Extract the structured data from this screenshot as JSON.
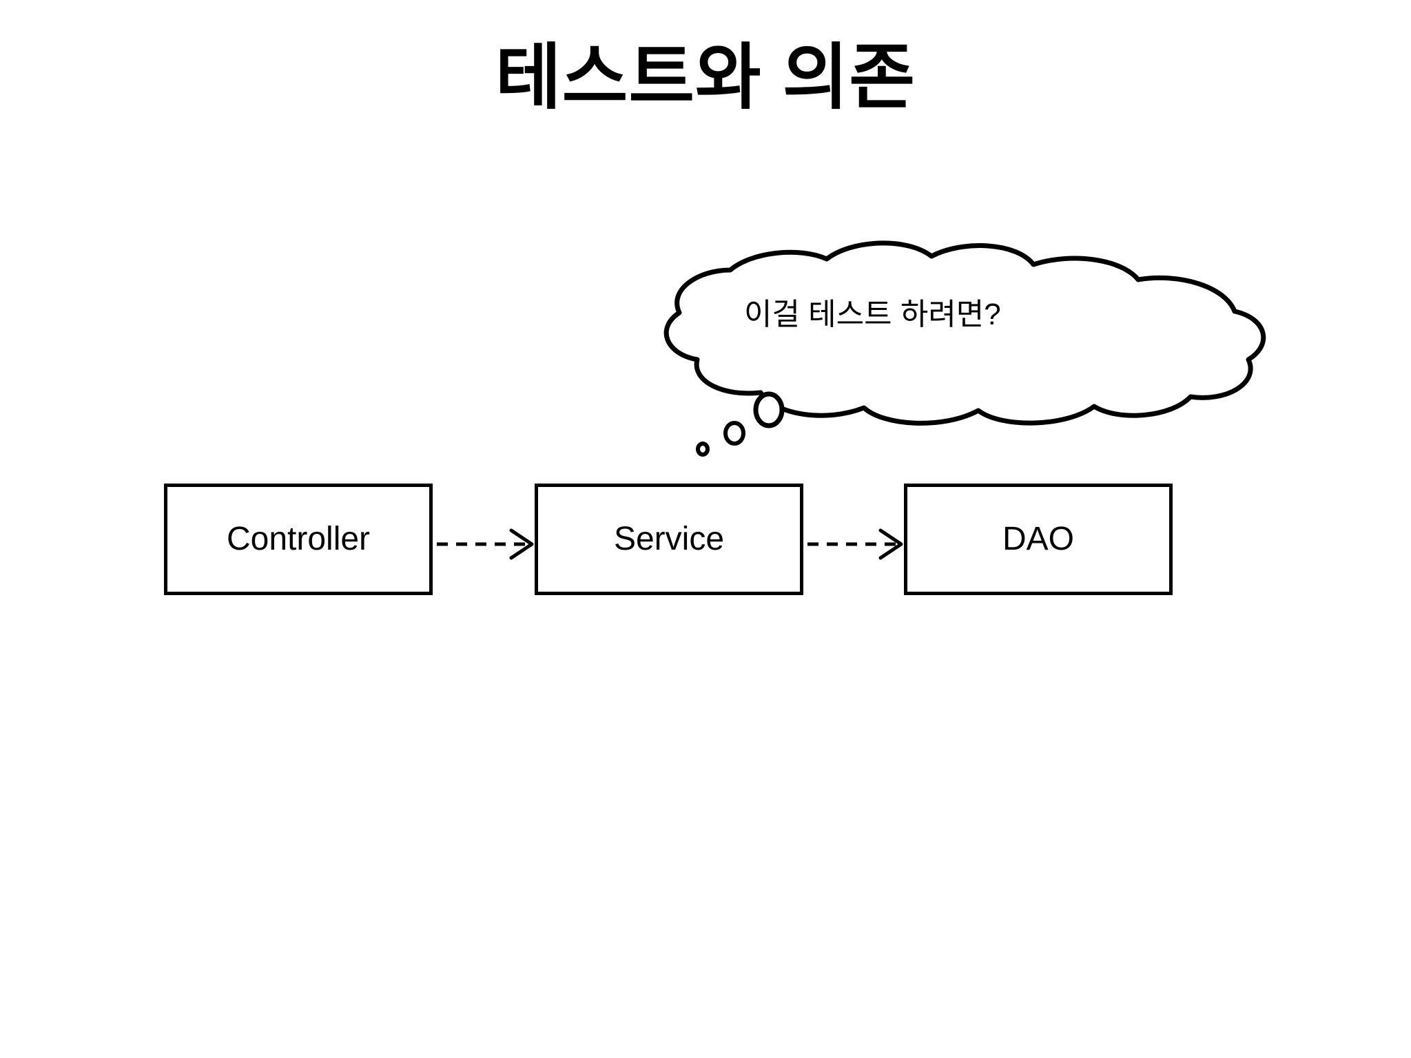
{
  "slide": {
    "title": "테스트와 의존",
    "background_color": "#ffffff",
    "stroke_color": "#000000"
  },
  "thought_bubble": {
    "text": "이걸 테스트 하려면?",
    "tail_dots": 3,
    "points_at": "Service"
  },
  "diagram": {
    "type": "flow",
    "nodes": [
      {
        "id": "controller",
        "label": "Controller"
      },
      {
        "id": "service",
        "label": "Service"
      },
      {
        "id": "dao",
        "label": "DAO"
      }
    ],
    "edges": [
      {
        "from": "controller",
        "to": "service",
        "style": "dashed",
        "arrow": "open"
      },
      {
        "from": "service",
        "to": "dao",
        "style": "dashed",
        "arrow": "open"
      }
    ]
  }
}
